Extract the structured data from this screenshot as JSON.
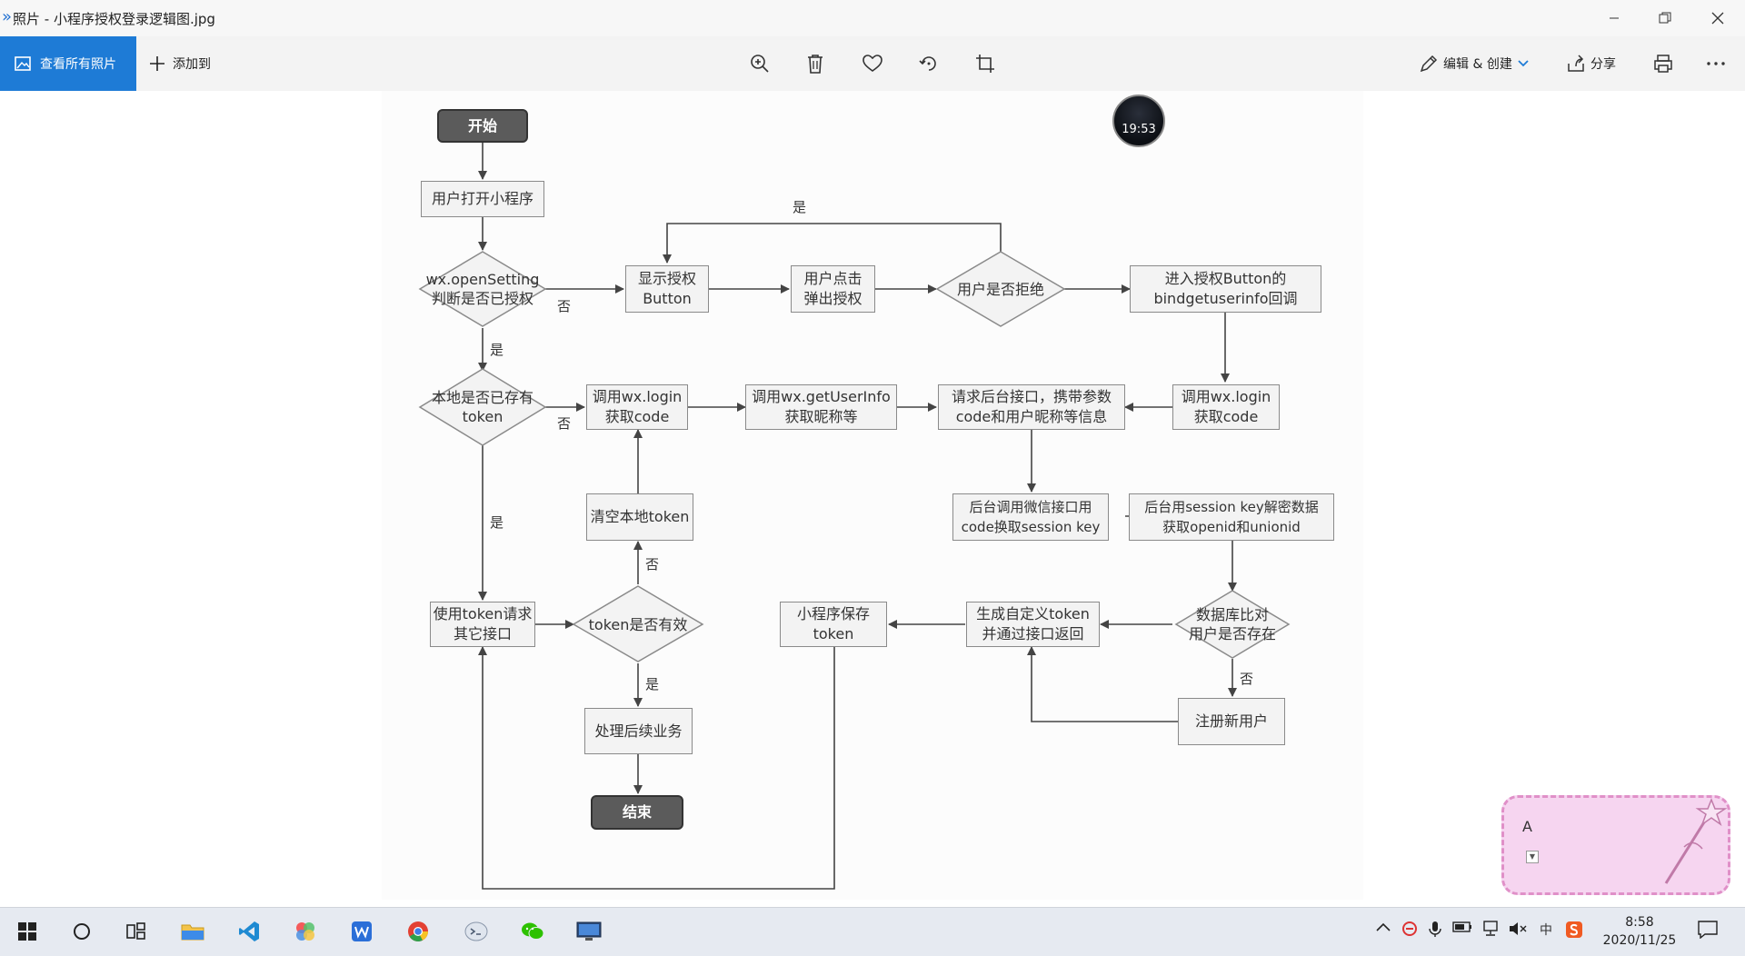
{
  "window": {
    "title": "照片 - 小程序授权登录逻辑图.jpg",
    "controls": [
      "minimize-icon",
      "restore-icon",
      "close-icon"
    ]
  },
  "toolbar": {
    "view_all": "查看所有照片",
    "add_to": "添加到",
    "edit_create": "编辑 & 创建",
    "share": "分享",
    "icons": [
      "zoom-in-icon",
      "delete-icon",
      "favorite-icon",
      "rotate-icon",
      "crop-icon",
      "print-icon",
      "more-icon"
    ]
  },
  "overlay": {
    "clock": "19:53"
  },
  "flowchart": {
    "nodes": {
      "start": "开始",
      "open_app": "用户打开小程序",
      "check_auth": "wx.openSetting\n判断是否已授权",
      "show_button": "显示授权\nButton",
      "user_click": "用户点击\n弹出授权",
      "user_reject": "用户是否拒绝",
      "enter_callback": "进入授权Button的\nbindgetuserinfo回调",
      "has_token": "本地是否已存有\ntoken",
      "login_code_a": "调用wx.login\n获取code",
      "get_userinfo": "调用wx.getUserInfo\n获取昵称等",
      "request_backend": "请求后台接口，携带参数\ncode和用户昵称等信息",
      "login_code_b": "调用wx.login\n获取code",
      "clear_token": "清空本地token",
      "backend_session": "后台调用微信接口用\ncode换取session key",
      "decrypt": "后台用session key解密数据\n获取openid和unionid",
      "use_token": "使用token请求\n其它接口",
      "token_valid": "token是否有效",
      "save_token": "小程序保存\ntoken",
      "gen_token": "生成自定义token\n并通过接口返回",
      "db_compare": "数据库比对\n用户是否存在",
      "register": "注册新用户",
      "process": "处理后续业务",
      "end": "结束"
    },
    "edge_labels": {
      "reject_yes": "是",
      "auth_no": "否",
      "auth_yes": "是",
      "token_no": "否",
      "token_yes": "是",
      "valid_no": "否",
      "valid_yes": "是",
      "exists_no": "否"
    }
  },
  "ime": {
    "text": "A"
  },
  "taskbar": {
    "apps": [
      "windows-start-icon",
      "cortana-icon",
      "task-view-icon",
      "file-explorer-icon",
      "vscode-icon",
      "colorful-app-icon",
      "wps-icon",
      "chrome-icon",
      "terminal-app-icon",
      "wechat-icon",
      "remote-desktop-icon"
    ],
    "tray_input": "中",
    "time": "8:58",
    "date": "2020/11/25"
  }
}
